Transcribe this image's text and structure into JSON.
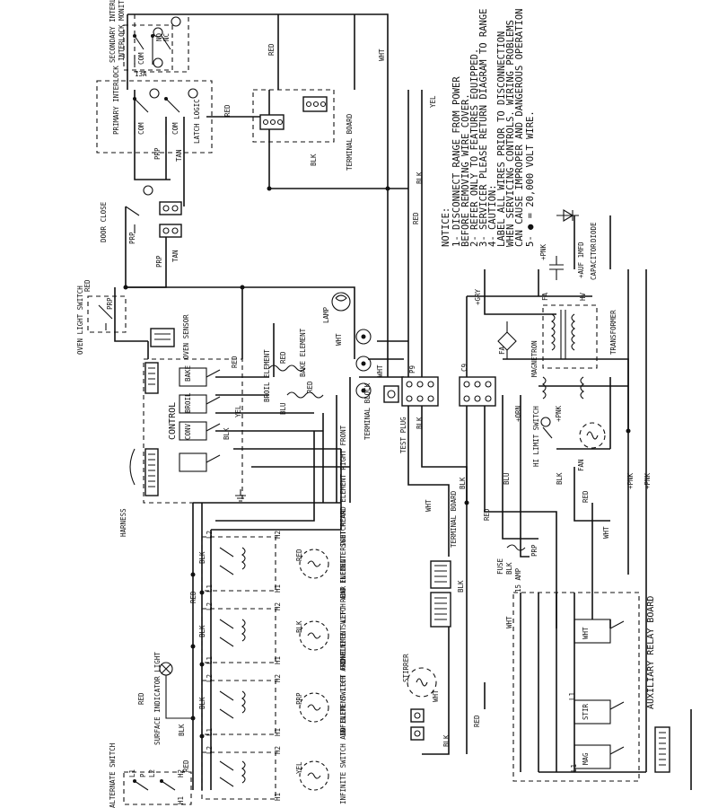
{
  "notice": {
    "title": "NOTICE:",
    "lines": [
      "1- DISCONNECT RANGE FROM POWER",
      "   BEFORE REMOVING WIRE COVER.",
      "2- REFER ONLY TO FEATURES EQUIPPED.",
      "3- SERVICER PLEASE RETURN DIAGRAM TO RANGE",
      "4- CAUTION:",
      "   LABEL ALL WIRES PRIOR TO DISCONNECTION",
      "   WHEN SERVICING CONTROLS. WIRING PROBLEMS",
      "   CAN CAUSE IMPROPER AND DANGEROUS OPERATION",
      "5- ● = 20,000 VOLT WIRE."
    ]
  },
  "labels": {
    "secondary_interlock": "SECONDARY INTERLOCK",
    "interlock_monitor": "INTERLOCK MONITOR",
    "primary_interlock": "PRIMARY INTERLOCK",
    "latch_logic": "LATCH LOGIC",
    "terminal_board_top": "TERMINAL BOARD",
    "door_close": "DOOR CLOSE",
    "oven_light_switch": "OVEN LIGHT SWITCH",
    "oven_sensor": "OVEN SENSOR",
    "control": "CONTROL",
    "harness": "HARNESS",
    "lamp": "LAMP",
    "broil_element": "BROIL ELEMENT",
    "bake_element": "BAKE ELEMENT",
    "terminal_block": "TERMINAL BLOCK",
    "test_plug": "TEST PLUG",
    "limit": "LIMIT",
    "hi_limit": "H LIMIT",
    "magnetron": "MAGNETRON",
    "transformer": "TRANSFORMER",
    "capacitor": "CAPACITOR",
    "diode": "DIODE",
    "hi_limit_switch": "HI LIMIT SWITCH",
    "fan": "FAN",
    "fuse": "FUSE",
    "fuse_rating": "15 AMP",
    "terminal_board_mid": "TERMINAL BOARD",
    "stirrer": "STIRRER",
    "aux_relay_board": "AUXILIARY RELAY BOARD",
    "alternate_switch": "ALTERNATE SWITCH",
    "surface_indicator_light": "SURFACE INDICATOR LIGHT",
    "infinite_rf": "INFINITE SWITCH AND ELEMENT RIGHT FRONT",
    "infinite_rr": "INFINITE SWITCH AND ELEMENT RIGHT REAR",
    "infinite_lr": "INFINITE SWITCH AND ELEMENT LEFT REAR",
    "infinite_lf": "INFINITE SWITCH AND ELEMENT LEFT FRONT",
    "p9": "P9",
    "p8": "C9",
    "cap_rating": "+AUF 1MFD",
    "l1": "L1",
    "l2": "L2",
    "h1": "H1",
    "h2": "H2",
    "p": "P",
    "com": "COM",
    "no": "NO",
    "nc": "NC",
    "bake": "BAKE",
    "broil": "BROIL",
    "conv": "CONV",
    "mag": "MAG",
    "stir": "STIR",
    "fa": "FA",
    "hv": "HV"
  },
  "wire_colors": {
    "red": "RED",
    "wht": "WHT",
    "blk": "BLK",
    "yel": "YEL",
    "prp": "PRP",
    "tan": "TAN",
    "blu": "BLU",
    "gry": "+GRY",
    "pnk": "+PNK",
    "orn": "+ORN"
  },
  "colors": {
    "ink": "#111111",
    "paper": "#ffffff"
  }
}
